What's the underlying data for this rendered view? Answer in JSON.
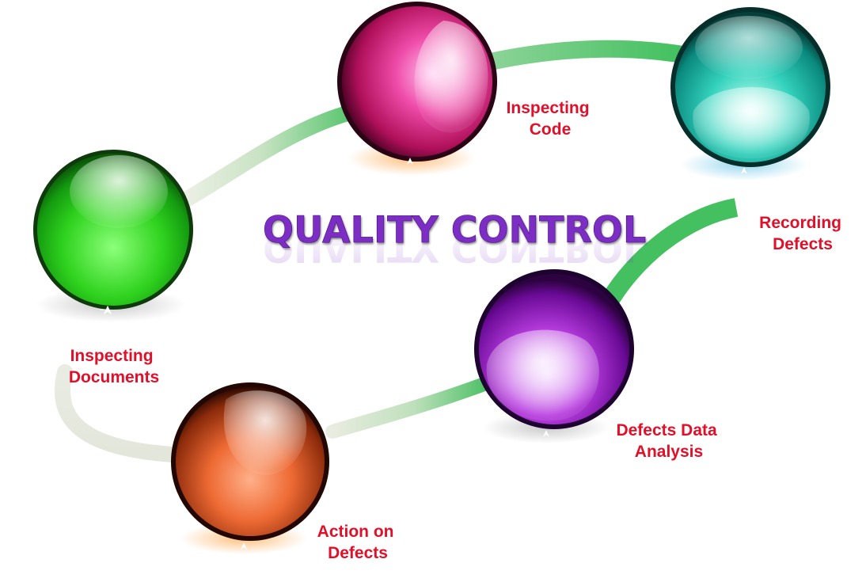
{
  "title": "QUALITY CONTROL",
  "colors": {
    "title": "#7b2fc4",
    "label": "#e0102a",
    "path_light": "#e6eadc",
    "path_green": "#4cc264"
  },
  "nodes": [
    {
      "id": "inspecting-documents",
      "lines": [
        "Inspecting",
        "Documents"
      ],
      "color": "green-sphere"
    },
    {
      "id": "inspecting-code",
      "lines": [
        "Inspecting",
        "Code"
      ],
      "color": "magenta-sphere"
    },
    {
      "id": "recording-defects",
      "lines": [
        "Recording",
        "Defects"
      ],
      "color": "teal-sphere"
    },
    {
      "id": "defects-data-analysis",
      "lines": [
        "Defects Data",
        "Analysis"
      ],
      "color": "purple-sphere"
    },
    {
      "id": "action-on-defects",
      "lines": [
        "Action on",
        "Defects"
      ],
      "color": "orange-sphere"
    }
  ]
}
